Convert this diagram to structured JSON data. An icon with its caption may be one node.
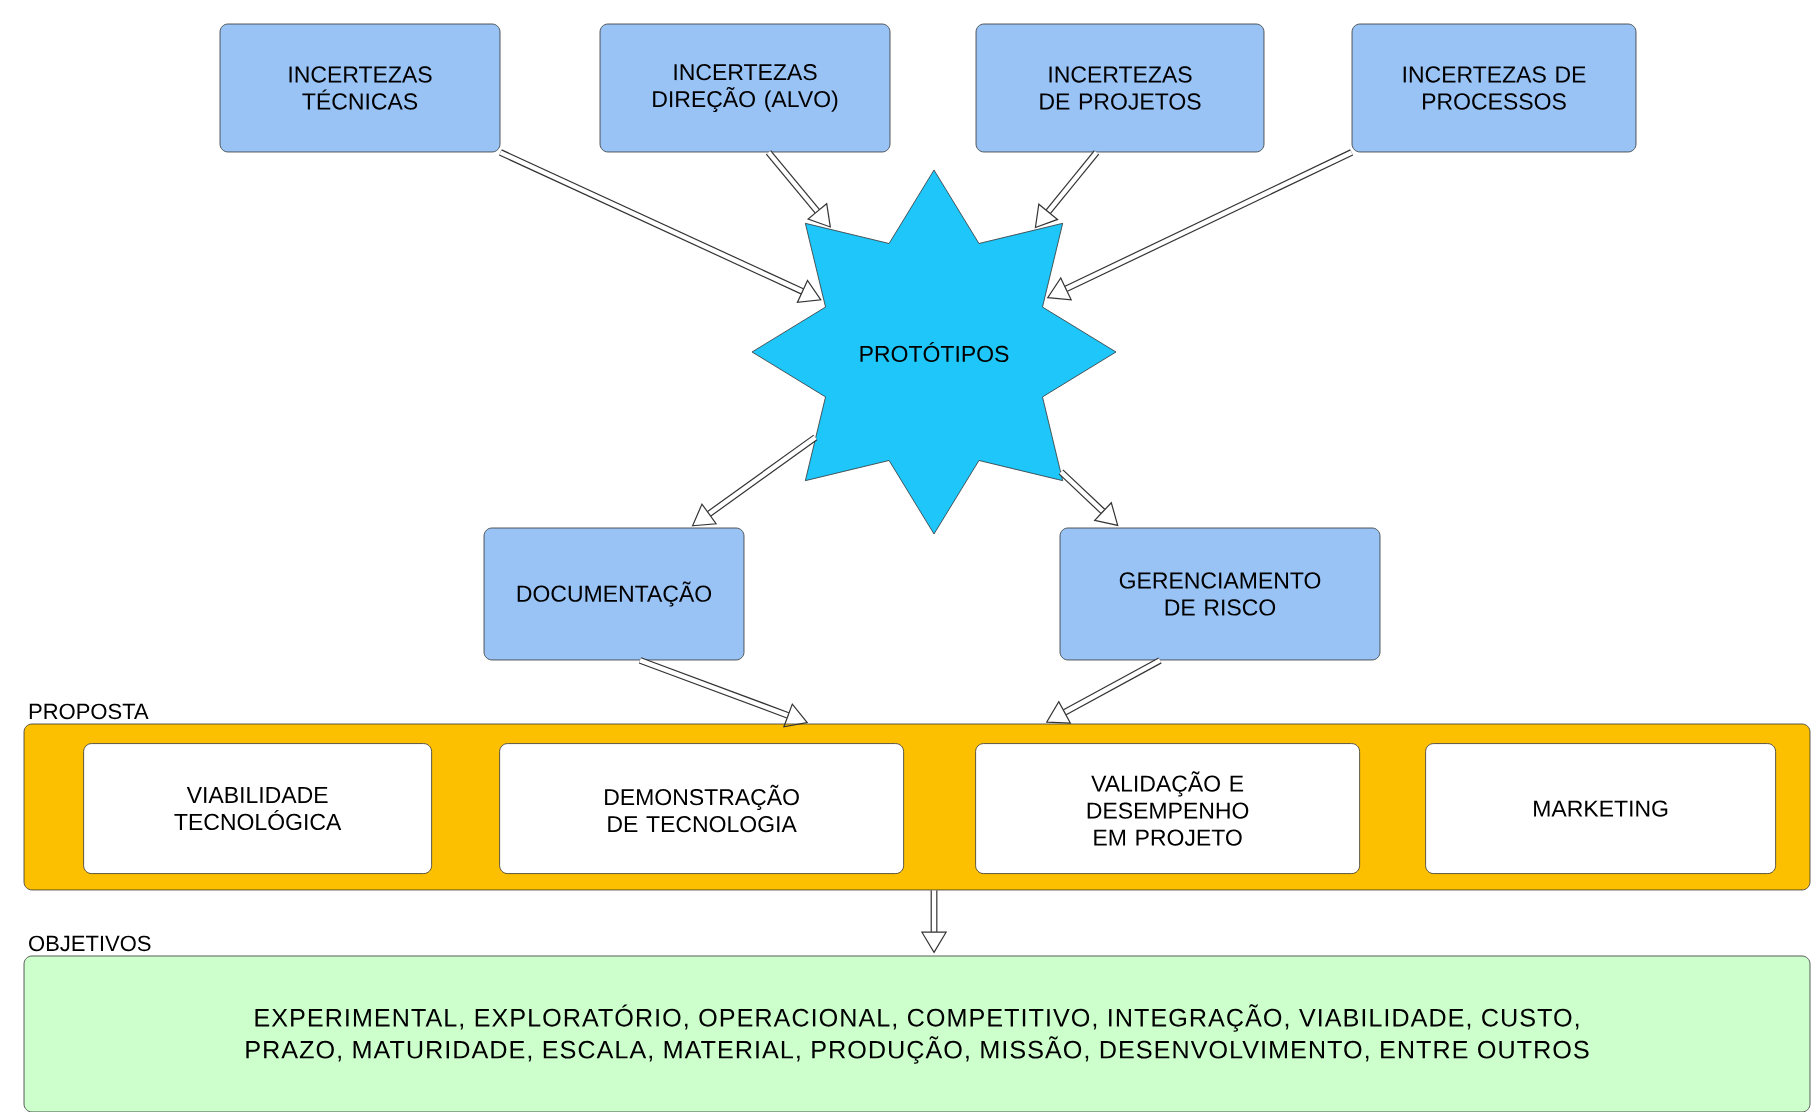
{
  "diagram": {
    "nodes": [
      {
        "text": [
          "INCERTEZAS TÉCNICAS"
        ]
      },
      {
        "text": [
          "INCERTEZAS DIREÇÃO (ALVO)"
        ]
      },
      {
        "text": [
          "INCERTEZAS DE PROJETOS"
        ]
      },
      {
        "text": [
          "INCERTEZAS DE PROCESSOS"
        ]
      },
      {
        "text": [
          "PROTÓTIPOS"
        ]
      },
      {
        "text": [
          "DOCUMENTAÇÃO"
        ]
      },
      {
        "text": [
          "GERENCIAMENTO DE RISCO"
        ]
      },
      {
        "text": [
          "PROPOSTA"
        ]
      },
      {
        "text": [
          "VIABILIDADE TECNOLÓGICA"
        ],
        "in": 7
      },
      {
        "text": [
          "DEMONSTRAÇÃO DE TECNOLOGIA"
        ],
        "in": 7
      },
      {
        "text": [
          "VALIDAÇÃO E DESEMPENHO EM PROJETO"
        ],
        "in": 7
      },
      {
        "text": [
          "MARKETING"
        ],
        "in": 7
      },
      {
        "text": [
          "OBJETIVOS",
          "EXPERIMENTAL, EXPLORATÓRIO, OPERACIONAL, COMPETITIVO, INTEGRAÇÃO, VIABILIDADE, CUSTO, PRAZO, MATURIDADE, ESCALA, MATERIAL, PRODUÇÃO, MISSÃO, DESENVOLVIMENTO, ENTRE OUTROS"
        ]
      }
    ],
    "edges": [
      {
        "from": 0,
        "to": 4,
        "arrow": "to"
      },
      {
        "from": 1,
        "to": 4,
        "arrow": "to"
      },
      {
        "from": 2,
        "to": 4,
        "arrow": "to"
      },
      {
        "from": 3,
        "to": 4,
        "arrow": "to"
      },
      {
        "from": 4,
        "to": 5,
        "arrow": "to"
      },
      {
        "from": 4,
        "to": 6,
        "arrow": "to"
      },
      {
        "from": 5,
        "to": 7,
        "arrow": "to"
      },
      {
        "from": 6,
        "to": 7,
        "arrow": "to"
      },
      {
        "from": 7,
        "to": 12,
        "arrow": "to"
      }
    ]
  }
}
